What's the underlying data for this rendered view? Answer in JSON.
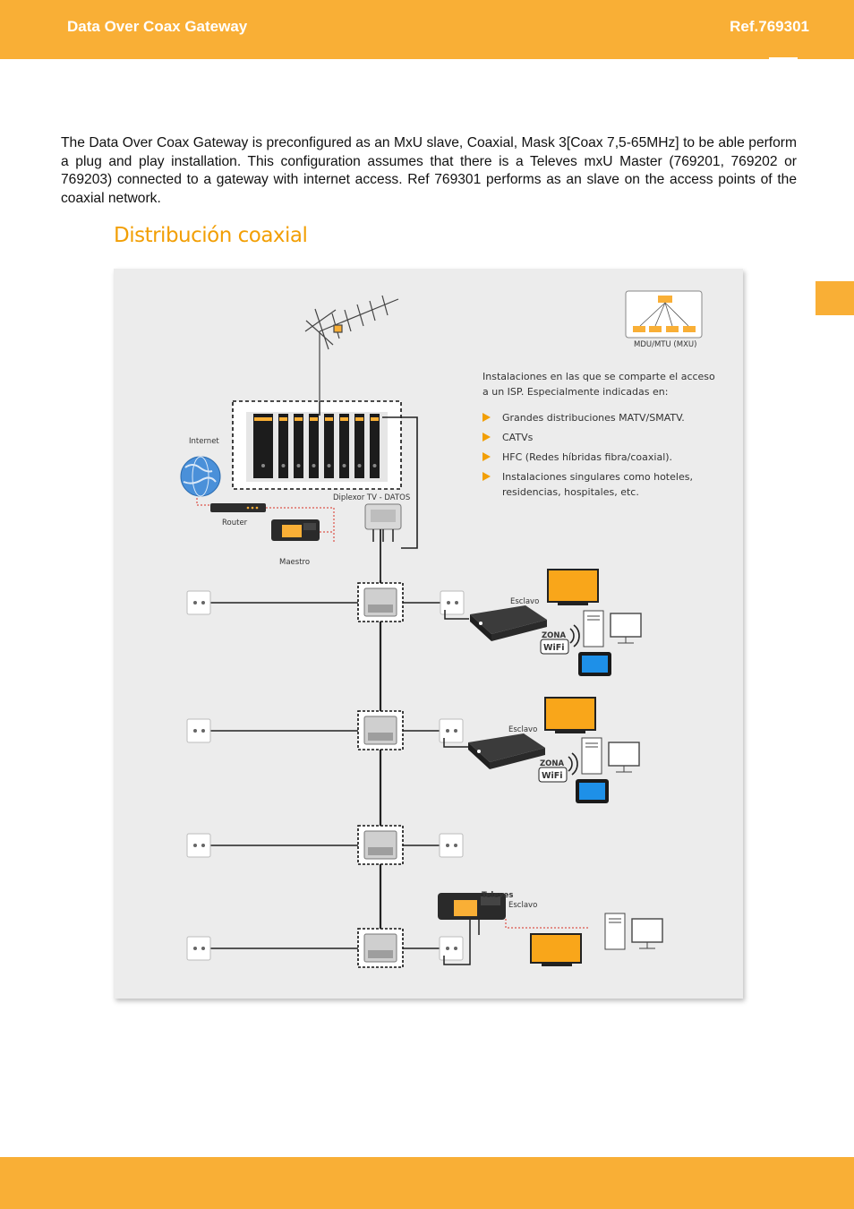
{
  "header": {
    "title": "Data Over Coax Gateway",
    "ref": "Ref.769301"
  },
  "intro": "The  Data Over Coax Gateway is preconfigured as an MxU slave, Coaxial, Mask 3[Coax 7,5-65MHz]  to be able perform a plug and play installation. This configuration assumes that there is a Televes mxU Master  (769201, 769202 or 769203) connected to a gateway with internet access.  Ref 769301 performs as an slave on the access points of the coaxial network.",
  "diagram": {
    "title": "Distribución coaxial",
    "info_lead": "Instalaciones en las que se comparte el acceso a un ISP. Especialmente indicadas en:",
    "bullets": [
      "Grandes distribuciones MATV/SMATV.",
      "CATVs",
      "HFC (Redes híbridas fibra/coaxial).",
      "Instalaciones singulares como hoteles, residencias, hospitales, etc."
    ],
    "labels": {
      "mdu": "MDU/MTU (MXU)",
      "internet": "Internet",
      "router": "Router",
      "maestro": "Maestro",
      "diplexor": "Diplexor TV - DATOS",
      "esclavo_1": "Esclavo",
      "esclavo_2": "Esclavo",
      "esclavo_3": "Esclavo",
      "wifi_zona_1": "ZONA",
      "wifi_1": "WiFi",
      "wifi_zona_2": "ZONA",
      "wifi_2": "WiFi",
      "brand": "Televes"
    },
    "colors": {
      "accent": "#f9af36",
      "title": "#f29f05",
      "tv_screen": "#f9a61a",
      "cable": "#222222",
      "data_link": "#d93025"
    }
  }
}
